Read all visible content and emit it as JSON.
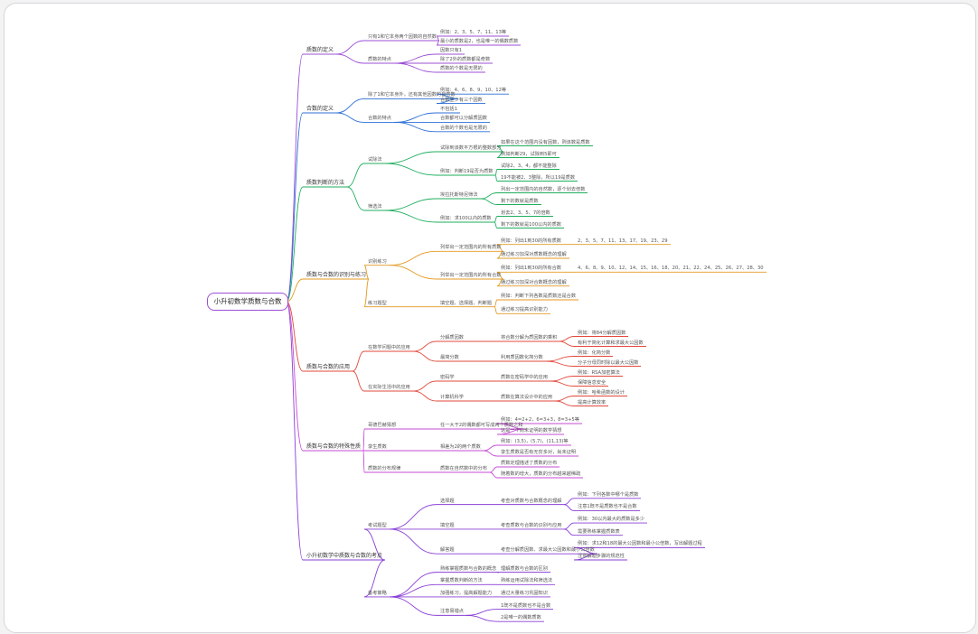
{
  "root": "小升初数学质数与合数",
  "branches": [
    {
      "label": "质数的定义",
      "color": "#9c4fd6",
      "children": [
        {
          "label": "只有1和它本身两个因数的自然数",
          "children": [
            {
              "label": "例如：2、3、5、7、11、13等"
            },
            {
              "label": "最小的质数是2，也是唯一的偶数质数"
            }
          ]
        },
        {
          "label": "质数的特点",
          "children": [
            {
              "label": "因数只有1"
            },
            {
              "label": "除了2外的质数都是奇数"
            },
            {
              "label": "质数的个数是无限的"
            }
          ]
        }
      ]
    },
    {
      "label": "合数的定义",
      "color": "#2c6fd6",
      "children": [
        {
          "label": "除了1和它本身外，还有其他因数的自然数",
          "children": [
            {
              "label": "例如：4、6、8、9、10、12等"
            },
            {
              "label": "合数至少有三个因数"
            }
          ]
        },
        {
          "label": "合数的特点",
          "children": [
            {
              "label": "不包括1"
            },
            {
              "label": "合数都可以分解质因数"
            },
            {
              "label": "合数的个数也是无限的"
            }
          ]
        }
      ]
    },
    {
      "label": "质数判断的方法",
      "color": "#1fae5e",
      "children": [
        {
          "label": "试除法",
          "children": [
            {
              "label": "试除到该数平方根的整数部分",
              "children": [
                {
                  "label": "如果在这个范围内没有因数，则该数是质数"
                },
                {
                  "label": "例如判断29，试除到5即可"
                }
              ]
            },
            {
              "label": "例如：判断19是否为质数",
              "children": [
                {
                  "label": "试除2、3、4，都不能整除"
                },
                {
                  "label": "19不能被2、3整除，所以19是质数"
                }
              ]
            }
          ]
        },
        {
          "label": "筛选法",
          "children": [
            {
              "label": "埃拉托斯特尼筛法",
              "children": [
                {
                  "label": "列出一定范围内的自然数，逐个划去倍数"
                },
                {
                  "label": "剩下的数就是质数"
                }
              ]
            },
            {
              "label": "例如：求100以内的质数",
              "children": [
                {
                  "label": "划去2、3、5、7的倍数"
                },
                {
                  "label": "剩下的数就是100以内的质数"
                }
              ]
            }
          ]
        }
      ]
    },
    {
      "label": "质数与合数的识别与练习",
      "color": "#e39a22",
      "children": [
        {
          "label": "识别练习",
          "children": [
            {
              "label": "列举出一定范围内的所有质数",
              "children": [
                {
                  "label": "例如：列出1到30的所有质数",
                  "children": [
                    {
                      "label": "2、3、5、7、11、13、17、19、23、29"
                    }
                  ]
                },
                {
                  "label": "通过练习加深对质数概念的理解"
                }
              ]
            },
            {
              "label": "列举出一定范围内的所有合数",
              "children": [
                {
                  "label": "例如：列出1到30的所有合数",
                  "children": [
                    {
                      "label": "4、6、8、9、10、12、14、15、16、18、20、21、22、24、25、26、27、28、30"
                    }
                  ]
                },
                {
                  "label": "通过练习加深对合数概念的理解"
                }
              ]
            }
          ]
        },
        {
          "label": "练习题型",
          "children": [
            {
              "label": "填空题、选择题、判断题",
              "children": [
                {
                  "label": "例如：判断下列各数是质数还是合数"
                },
                {
                  "label": "通过练习提高识别能力"
                }
              ]
            }
          ]
        }
      ]
    },
    {
      "label": "质数与合数的应用",
      "color": "#e2483b",
      "children": [
        {
          "label": "在数学问题中的应用",
          "children": [
            {
              "label": "分解质因数",
              "children": [
                {
                  "label": "将合数分解为质因数的乘积",
                  "children": [
                    {
                      "label": "例如：将84分解质因数"
                    },
                    {
                      "label": "有利于简化计算和求最大公因数"
                    }
                  ]
                }
              ]
            },
            {
              "label": "最简分数",
              "children": [
                {
                  "label": "利用质因数化简分数",
                  "children": [
                    {
                      "label": "例如：化简分数"
                    },
                    {
                      "label": "分子分母同时除以最大公因数"
                    }
                  ]
                }
              ]
            }
          ]
        },
        {
          "label": "在实际生活中的应用",
          "children": [
            {
              "label": "密码学",
              "children": [
                {
                  "label": "质数在密码学中的应用",
                  "children": [
                    {
                      "label": "例如：RSA加密算法"
                    },
                    {
                      "label": "保障信息安全"
                    }
                  ]
                }
              ]
            },
            {
              "label": "计算机科学",
              "children": [
                {
                  "label": "质数在算法设计中的应用",
                  "children": [
                    {
                      "label": "例如：哈希函数的设计"
                    },
                    {
                      "label": "提高计算效率"
                    }
                  ]
                }
              ]
            }
          ]
        }
      ]
    },
    {
      "label": "质数与合数的特殊性质",
      "color": "#c64bd6",
      "children": [
        {
          "label": "哥德巴赫猜想",
          "children": [
            {
              "label": "任一大于2的偶数都可写成两个质数之和",
              "children": [
                {
                  "label": "例如：4=2+2，6=3+3，8=3+5等"
                },
                {
                  "label": "这是一个尚未证明的数学猜想"
                }
              ]
            }
          ]
        },
        {
          "label": "孪生质数",
          "children": [
            {
              "label": "相差为2的两个质数",
              "children": [
                {
                  "label": "例如：(3,5)，(5,7)，(11,13)等"
                },
                {
                  "label": "孪生质数是否有无穷多对，尚未证明"
                }
              ]
            }
          ]
        },
        {
          "label": "质数的分布规律",
          "children": [
            {
              "label": "质数在自然数中的分布",
              "children": [
                {
                  "label": "质数定理描述了质数的分布"
                },
                {
                  "label": "随着数的增大，质数的分布越来越稀疏"
                }
              ]
            }
          ]
        }
      ]
    },
    {
      "label": "小升初数学中质数与合数的考点",
      "color": "#8a3fd6",
      "children": [
        {
          "label": "考试题型",
          "children": [
            {
              "label": "选择题",
              "children": [
                {
                  "label": "考查对质数与合数概念的理解",
                  "children": [
                    {
                      "label": "例如：下列各数中哪个是质数"
                    },
                    {
                      "label": "注意1既不是质数也不是合数"
                    }
                  ]
                }
              ]
            },
            {
              "label": "填空题",
              "children": [
                {
                  "label": "考查质数与合数的识别与应用",
                  "children": [
                    {
                      "label": "例如：30以内最大的质数是多少"
                    },
                    {
                      "label": "需要熟练掌握质数表"
                    }
                  ]
                }
              ]
            },
            {
              "label": "解答题",
              "children": [
                {
                  "label": "考查分解质因数、求最大公因数和最小公倍数",
                  "children": [
                    {
                      "label": "例如：求12和18的最大公因数和最小公倍数，写出解题过程"
                    },
                    {
                      "label": "注意解题步骤的规范性"
                    }
                  ]
                }
              ]
            }
          ]
        },
        {
          "label": "备考策略",
          "children": [
            {
              "label": "熟练掌握质数与合数的概念",
              "children": [
                {
                  "label": "理解质数与合数的区别"
                }
              ]
            },
            {
              "label": "掌握质数判断的方法",
              "children": [
                {
                  "label": "熟练运用试除法和筛选法"
                }
              ]
            },
            {
              "label": "加强练习，提高解题能力",
              "children": [
                {
                  "label": "通过大量练习巩固知识"
                }
              ]
            },
            {
              "label": "注意易错点",
              "children": [
                {
                  "label": "1既不是质数也不是合数"
                },
                {
                  "label": "2是唯一的偶数质数"
                }
              ]
            }
          ]
        }
      ]
    }
  ]
}
